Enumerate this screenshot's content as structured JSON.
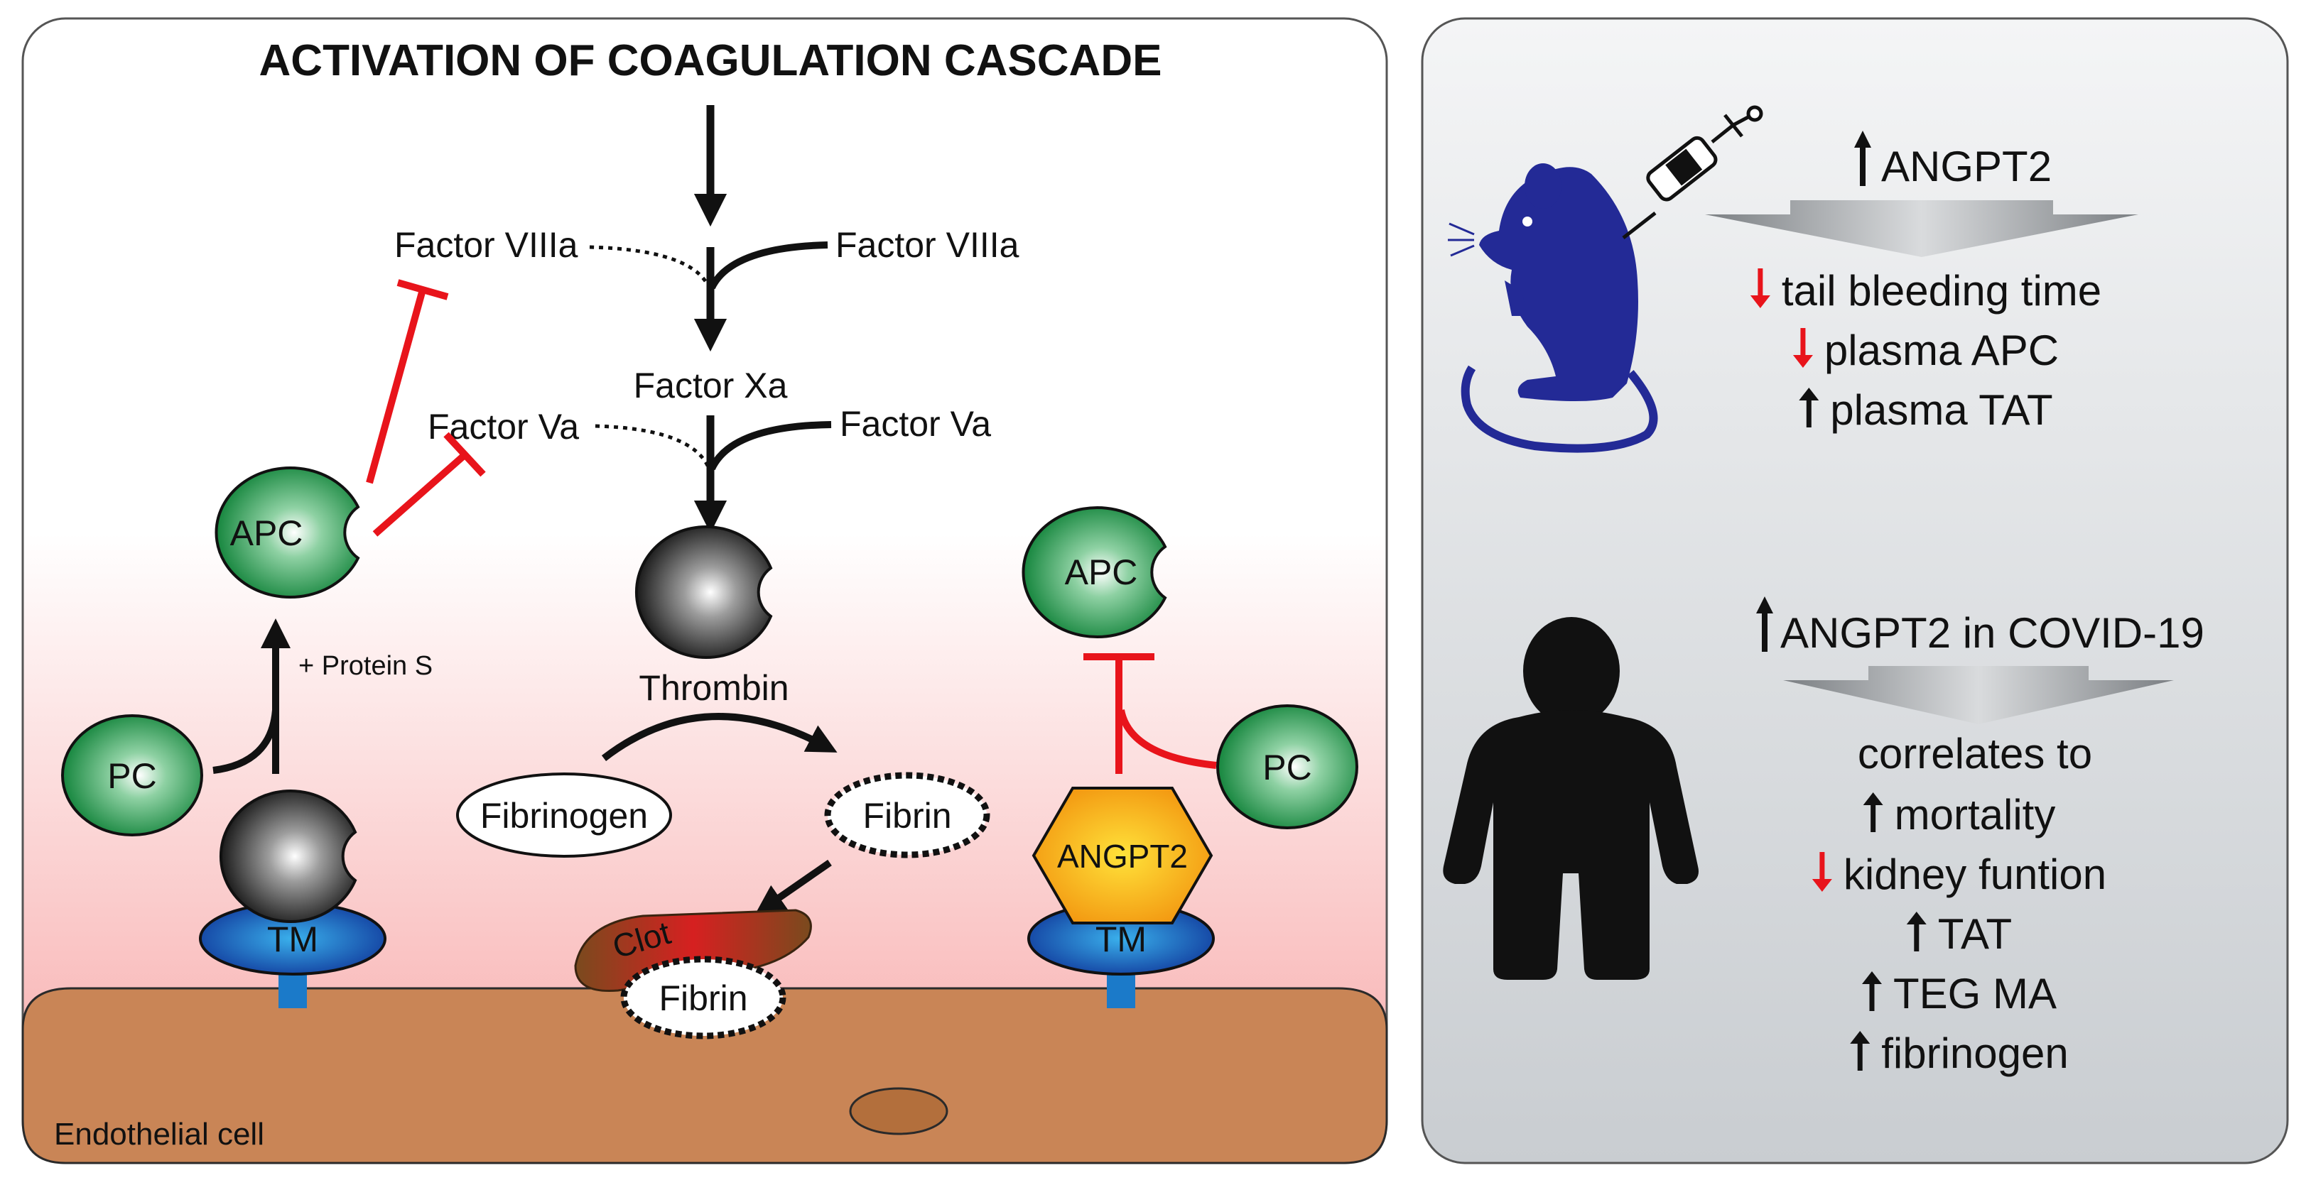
{
  "left_panel": {
    "title": "ACTIVATION OF COAGULATION  CASCADE",
    "factor_viiia_left": "Factor VIIIa",
    "factor_viiia_right": "Factor VIIIa",
    "factor_xa": "Factor Xa",
    "factor_va_left": "Factor Va",
    "factor_va_right": "Factor Va",
    "thrombin": "Thrombin",
    "fibrinogen": "Fibrinogen",
    "fibrin": "Fibrin",
    "clot": "Clot",
    "clot_fibrin": "Fibrin",
    "apc_left": "APC",
    "apc_right": "APC",
    "pc_left": "PC",
    "pc_right": "PC",
    "protein_s": "+ Protein S",
    "tm_left": "TM",
    "tm_right": "TM",
    "angpt2": "ANGPT2",
    "endothelial_cell": "Endothelial cell"
  },
  "right_panel": {
    "mouse": {
      "header": "ANGPT2",
      "header_direction": "up",
      "effects": [
        {
          "direction": "down",
          "text": "tail bleeding time"
        },
        {
          "direction": "down",
          "text": "plasma APC"
        },
        {
          "direction": "up",
          "text": "plasma TAT"
        }
      ]
    },
    "human": {
      "header": "ANGPT2 in COVID-19",
      "header_direction": "up",
      "subheader": "correlates to",
      "effects": [
        {
          "direction": "up",
          "text": "mortality"
        },
        {
          "direction": "down",
          "text": "kidney funtion"
        },
        {
          "direction": "up",
          "text": "TAT"
        },
        {
          "direction": "up",
          "text": "TEG MA"
        },
        {
          "direction": "up",
          "text": "fibrinogen"
        }
      ]
    }
  },
  "colors": {
    "inhibit": "#e8141b",
    "arrow": "#111111",
    "apc_green": "#1e9a4a",
    "tm_blue": "#1b5fb0",
    "cell_brown": "#c98556",
    "angpt2_yellow": "#f7b514",
    "mouse_blue": "#232a96"
  }
}
